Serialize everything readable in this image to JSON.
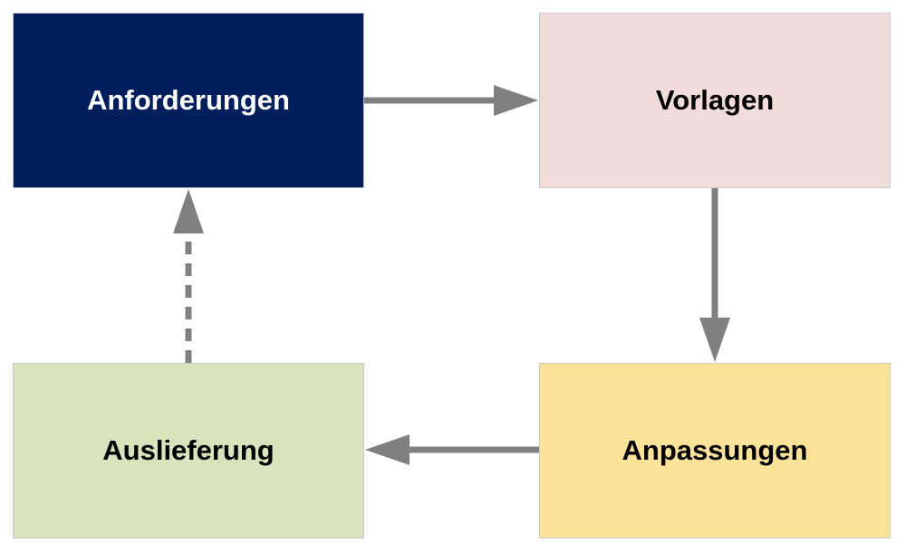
{
  "nodes": {
    "requirements": {
      "label": "Anforderungen",
      "fill": "#001f5c",
      "text_color": "#ffffff"
    },
    "templates": {
      "label": "Vorlagen",
      "fill": "#f2dcdb",
      "text_color": "#000000"
    },
    "adjustments": {
      "label": "Anpassungen",
      "fill": "#fde39a",
      "text_color": "#000000"
    },
    "delivery": {
      "label": "Auslieferung",
      "fill": "#d7e4bd",
      "text_color": "#000000"
    }
  },
  "edges": [
    {
      "from": "requirements",
      "to": "templates",
      "style": "solid"
    },
    {
      "from": "templates",
      "to": "adjustments",
      "style": "solid"
    },
    {
      "from": "adjustments",
      "to": "delivery",
      "style": "solid"
    },
    {
      "from": "delivery",
      "to": "requirements",
      "style": "dashed"
    }
  ],
  "arrow_color": "#808080"
}
